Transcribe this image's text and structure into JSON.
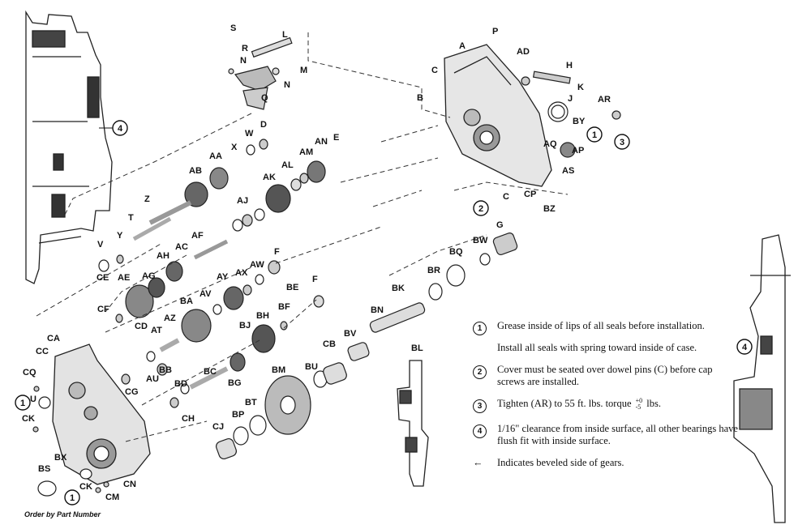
{
  "parts": [
    "S",
    "L",
    "R",
    "N",
    "M",
    "N",
    "Q",
    "A",
    "P",
    "C",
    "AD",
    "H",
    "B",
    "K",
    "J",
    "AR",
    "BY",
    "D",
    "W",
    "X",
    "AA",
    "AB",
    "AM",
    "AN",
    "E",
    "AL",
    "AK",
    "AQ",
    "AP",
    "AS",
    "CP",
    "BZ",
    "C",
    "G",
    "Z",
    "AJ",
    "T",
    "Y",
    "V",
    "AF",
    "AH",
    "AC",
    "AW",
    "F",
    "CE",
    "AE",
    "AG",
    "AY",
    "AX",
    "BQ",
    "BW",
    "BR",
    "BE",
    "F",
    "CF",
    "BA",
    "AV",
    "BH",
    "BF",
    "CD",
    "AZ",
    "AT",
    "CA",
    "CC",
    "BJ",
    "BK",
    "BN",
    "BL",
    "BB",
    "AU",
    "BG",
    "BC",
    "CQ",
    "CG",
    "BD",
    "BM",
    "BU",
    "CB",
    "BV",
    "U",
    "CK",
    "CH",
    "BX",
    "BP",
    "BT",
    "CJ",
    "BS",
    "CK",
    "CN",
    "CM"
  ],
  "callouts": [
    "1",
    "2",
    "3",
    "4"
  ],
  "notes": [
    {
      "marker": "1",
      "lines": [
        "Grease inside of lips of all seals before installation.",
        "Install all seals with spring toward inside of case."
      ]
    },
    {
      "marker": "2",
      "lines": [
        "Cover must be seated over dowel pins (C) before cap screws are installed."
      ]
    },
    {
      "marker": "3",
      "prefix": "Tighten (AR) to 55 ft. lbs. torque",
      "tol_up": "+0",
      "tol_down": "-5",
      "suffix": "lbs."
    },
    {
      "marker": "4",
      "lines": [
        "1/16\" clearance from inside surface, all other bearings have flush fit with inside surface."
      ]
    },
    {
      "marker": "←",
      "lines": [
        "Indicates beveled side of gears."
      ]
    }
  ],
  "footer": "Order by Part Number"
}
